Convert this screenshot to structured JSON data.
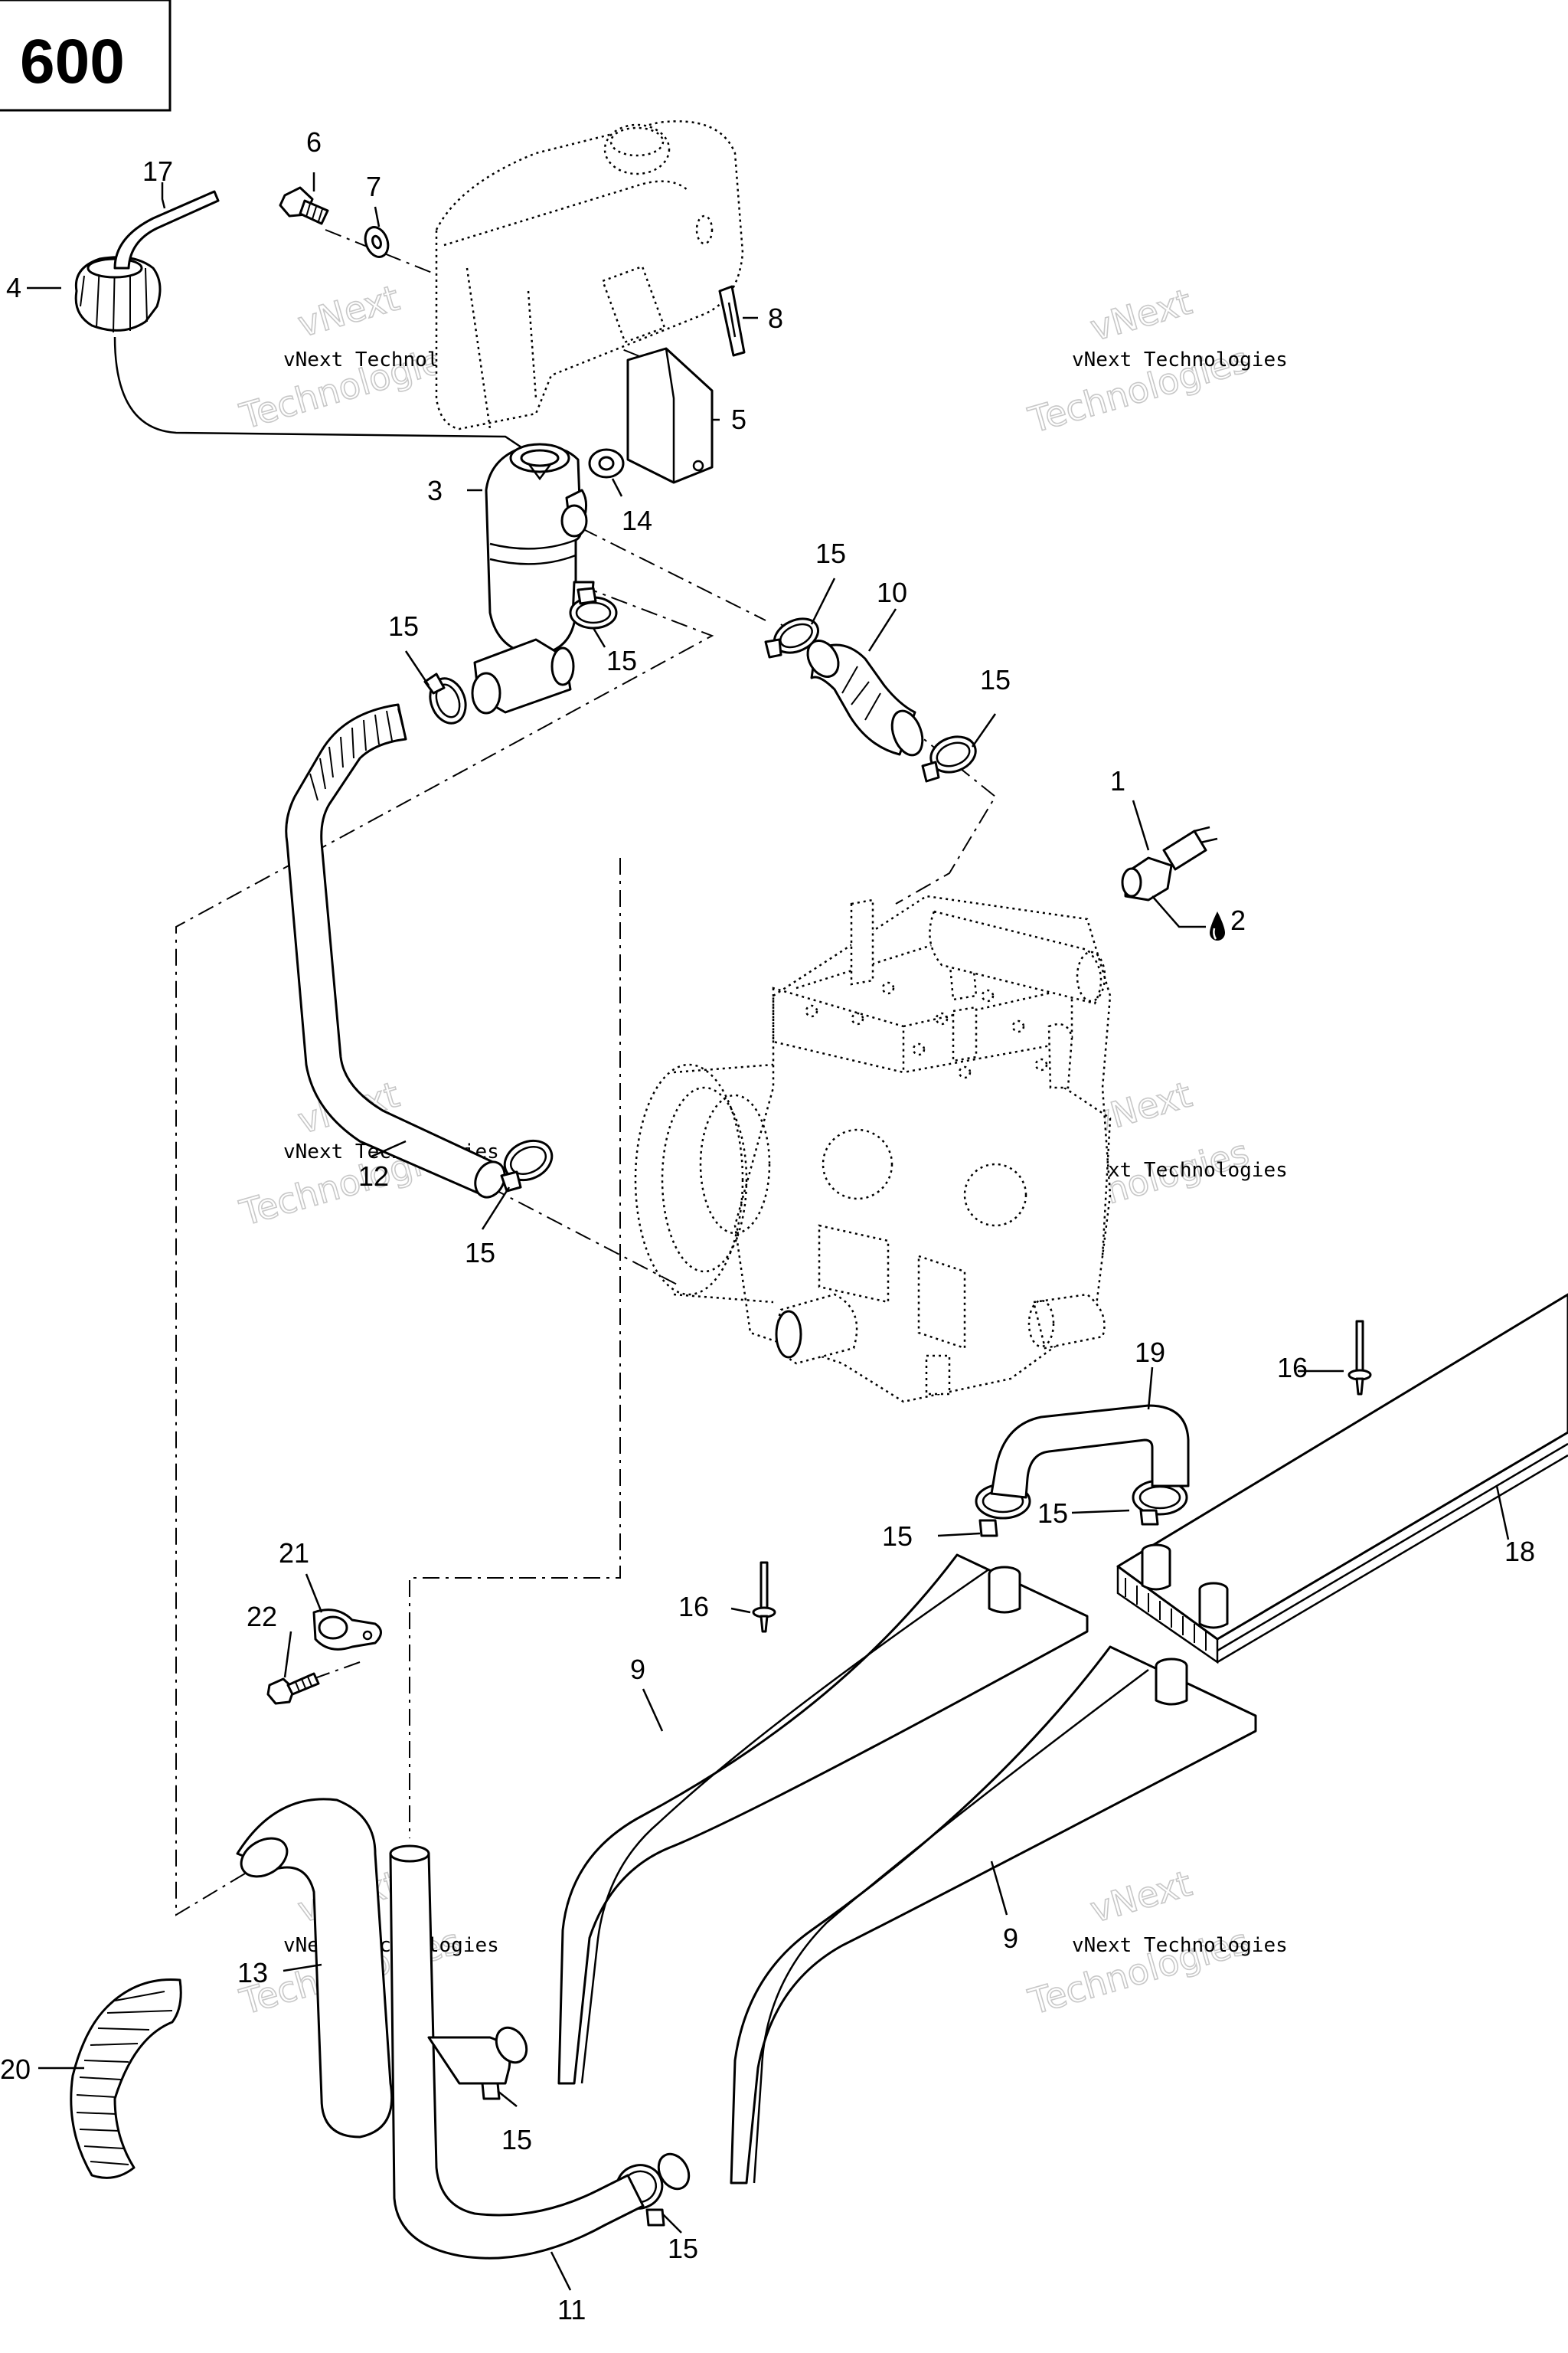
{
  "page_badge": "600",
  "watermark": {
    "line1": "vNext Technologies",
    "line2a": "vNext",
    "line2b": "Technologies"
  },
  "callouts": [
    {
      "id": "1",
      "text": "1"
    },
    {
      "id": "2",
      "text": "2"
    },
    {
      "id": "3",
      "text": "3"
    },
    {
      "id": "4",
      "text": "4"
    },
    {
      "id": "5",
      "text": "5"
    },
    {
      "id": "6",
      "text": "6"
    },
    {
      "id": "7",
      "text": "7"
    },
    {
      "id": "8",
      "text": "8"
    },
    {
      "id": "9a",
      "text": "9"
    },
    {
      "id": "9b",
      "text": "9"
    },
    {
      "id": "10",
      "text": "10"
    },
    {
      "id": "11",
      "text": "11"
    },
    {
      "id": "12",
      "text": "12"
    },
    {
      "id": "13",
      "text": "13"
    },
    {
      "id": "14",
      "text": "14"
    },
    {
      "id": "15a",
      "text": "15"
    },
    {
      "id": "15b",
      "text": "15"
    },
    {
      "id": "15c",
      "text": "15"
    },
    {
      "id": "15d",
      "text": "15"
    },
    {
      "id": "15e",
      "text": "15"
    },
    {
      "id": "15f",
      "text": "15"
    },
    {
      "id": "15g",
      "text": "15"
    },
    {
      "id": "15h",
      "text": "15"
    },
    {
      "id": "15i",
      "text": "15"
    },
    {
      "id": "16a",
      "text": "16"
    },
    {
      "id": "16b",
      "text": "16"
    },
    {
      "id": "17",
      "text": "17"
    },
    {
      "id": "18",
      "text": "18"
    },
    {
      "id": "19",
      "text": "19"
    },
    {
      "id": "20",
      "text": "20"
    },
    {
      "id": "21",
      "text": "21"
    },
    {
      "id": "22",
      "text": "22"
    }
  ],
  "icons": {
    "drop": "liquid-drop-icon"
  }
}
